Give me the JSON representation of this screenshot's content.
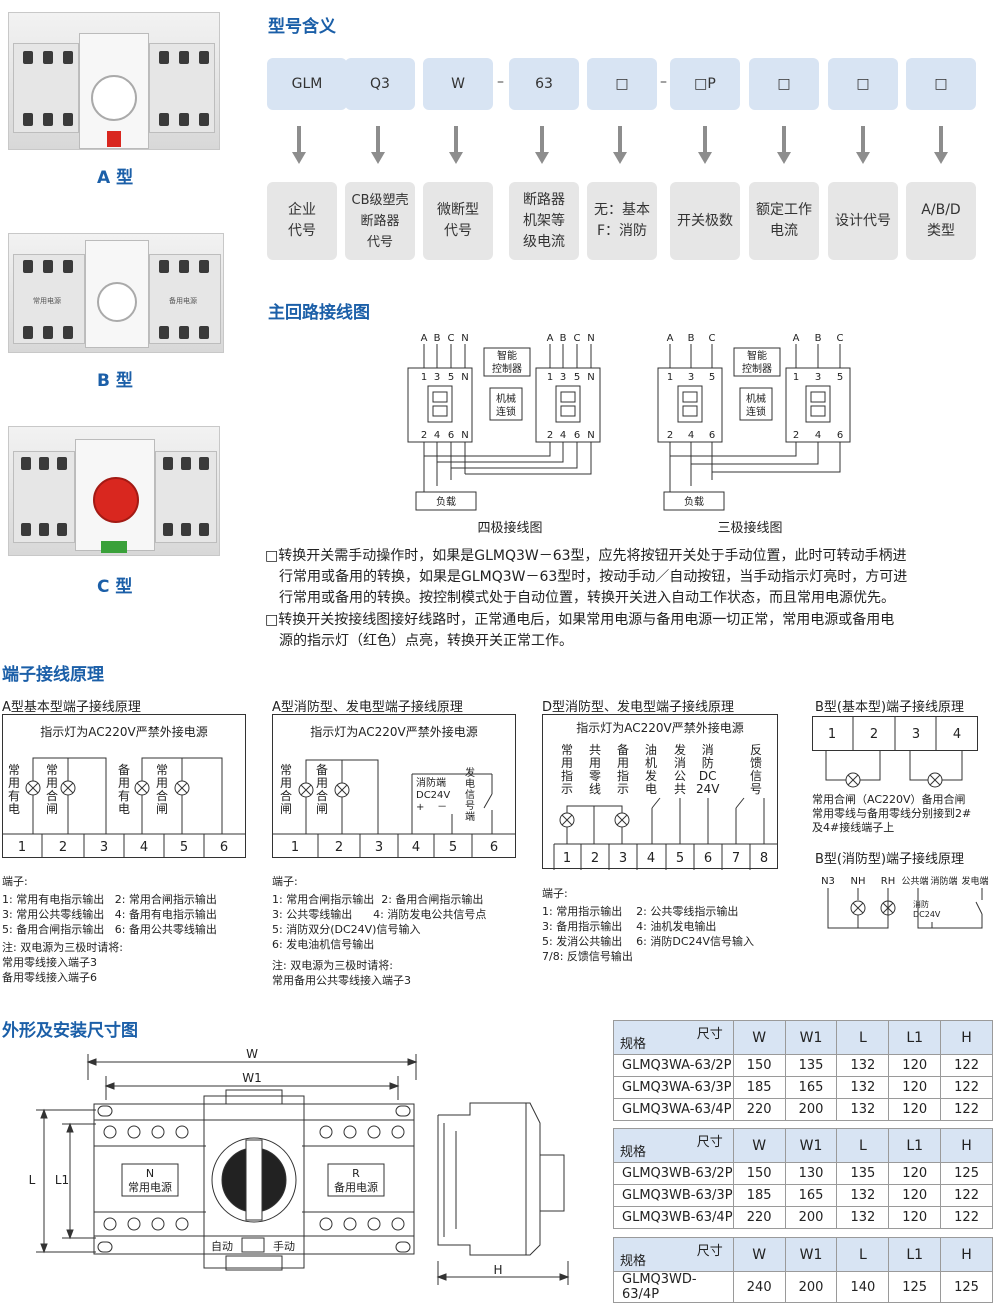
{
  "photos": {
    "a_label": "A 型",
    "b_label": "B 型",
    "c_label": "C 型",
    "b_panel_left": "常用电源",
    "b_panel_right": "备用电源"
  },
  "model_meaning": {
    "title": "型号含义",
    "codes": [
      "GLM",
      "Q3",
      "W",
      "63",
      "□",
      "□P",
      "□",
      "□",
      "□"
    ],
    "dash": "–",
    "descriptions": [
      "企业\n代号",
      "CB级塑壳\n断路器\n代号",
      "微断型\n代号",
      "断路器\n机架等\n级电流",
      "无：基本\nF：消防",
      "开关极数",
      "额定工作\n电流",
      "设计代号",
      "A/B/D\n类型"
    ]
  },
  "main_circuit": {
    "title": "主回路接线图",
    "four_pole_caption": "四极接线图",
    "three_pole_caption": "三极接线图",
    "phase_labels_4": [
      "A",
      "B",
      "C",
      "N"
    ],
    "phase_labels_3": [
      "A",
      "B",
      "C"
    ],
    "top_terminals_4": [
      "1",
      "3",
      "5",
      "N"
    ],
    "bottom_terminals_4": [
      "2",
      "4",
      "6",
      "N"
    ],
    "top_terminals_3": [
      "1",
      "3",
      "5"
    ],
    "bottom_terminals_3": [
      "2",
      "4",
      "6"
    ],
    "controller": [
      "智能",
      "控制器"
    ],
    "interlock": [
      "机械",
      "连锁"
    ],
    "load": "负载"
  },
  "notes": {
    "p1_l1": "□转换开关需手动操作时，如果是GLMQ3W－63型，应先将按钮开关处于手动位置，此时可转动手柄进",
    "p1_l2": "行常用或备用的转换，如果是GLMQ3W－63型时，按动手动／自动按钮，当手动指示灯亮时，方可进",
    "p1_l3": "行常用或备用的转换。按控制模式处于自动位置，转换开关进入自动工作状态，而且常用电源优先。",
    "p2_l1": "□转换开关按接线图接好线路时，正常通电后，如果常用电源与备用电源一切正常，常用电源或备用电",
    "p2_l2": "源的指示灯（红色）点亮，转换开关正常工作。"
  },
  "terminal": {
    "title": "端子接线原理",
    "warning": "指示灯为AC220V严禁外接电源",
    "a_basic": {
      "title": "A型基本型端子接线原理",
      "labels": [
        "常\n用\n有\n电",
        "常\n用\n合\n闸",
        "备\n用\n有\n电",
        "常\n用\n合\n闸"
      ],
      "numbers": [
        "1",
        "2",
        "3",
        "4",
        "5",
        "6"
      ],
      "legend_title": "端子:",
      "legend": "1: 常用有电指示输出   2: 常用合闸指示输出\n3: 常用公共零线输出   4: 备用有电指示输出\n5: 备用合闸指示输出   6: 备用公共零线输出",
      "note": "注: 双电源为三极时请将:\n常用零线接入端子3\n备用零线接入端子6"
    },
    "a_fire": {
      "title": "A型消防型、发电型端子接线原理",
      "labels": [
        "常\n用\n合\n闸",
        "备\n用\n合\n闸"
      ],
      "fire_label": "消防端\nDC24V\n+    －",
      "gen_label": "发\n电\n信\n号\n端",
      "numbers": [
        "1",
        "2",
        "3",
        "4",
        "5",
        "6"
      ],
      "legend_title": "端子:",
      "legend": "1: 常用合闸指示输出  2: 备用合闸指示输出\n3: 公共零线输出      4: 消防发电公共信号点\n5: 消防双分(DC24V)信号输入\n6: 发电油机信号输出",
      "note": "注: 双电源为三极时请将:\n常用备用公共零线接入端子3"
    },
    "d_fire": {
      "title": "D型消防型、发电型端子接线原理",
      "labels": [
        "常\n用\n指\n示",
        "共\n用\n零\n线",
        "备\n用\n指\n示",
        "油\n机\n发\n电",
        "发\n消\n公\n共",
        "消\n防\nDC\n24V",
        "反\n馈\n信\n号"
      ],
      "numbers": [
        "1",
        "2",
        "3",
        "4",
        "5",
        "6",
        "7",
        "8"
      ],
      "legend_title": "端子:",
      "legend": "1: 常用指示输出    2: 公共零线指示输出\n3: 备用指示输出    4: 油机发电输出\n5: 发消公共输出    6: 消防DC24V信号输入\n7/8: 反馈信号输出"
    },
    "b_basic": {
      "title": "B型(基本型)端子接线原理",
      "numbers": [
        "1",
        "2",
        "3",
        "4"
      ],
      "note": "常用合闸（AC220V）备用合闸\n常用零线与备用零线分别接到2#\n及4#接线端子上"
    },
    "b_fire": {
      "title": "B型(消防型)端子接线原理",
      "labels": [
        "N3",
        "NH",
        "RH",
        "公共端",
        "消防端",
        "发电端"
      ],
      "fire_sub": "消防\nDC24V"
    }
  },
  "dimension": {
    "title": "外形及安装尺寸图",
    "w_label": "W",
    "w1_label": "W1",
    "l_label": "L",
    "l1_label": "L1",
    "h_label": "H",
    "normal_label": [
      "N",
      "常用电源"
    ],
    "backup_label": [
      "R",
      "备用电源"
    ],
    "auto_label": "自动",
    "manual_label": "手动"
  },
  "tables": {
    "corner_top": "尺寸",
    "corner_bottom": "规格",
    "headers": [
      "W",
      "W1",
      "L",
      "L1",
      "H"
    ],
    "groups": [
      [
        {
          "model": "GLMQ3WA-63/2P",
          "values": [
            "150",
            "135",
            "132",
            "120",
            "122"
          ]
        },
        {
          "model": "GLMQ3WA-63/3P",
          "values": [
            "185",
            "165",
            "132",
            "120",
            "122"
          ]
        },
        {
          "model": "GLMQ3WA-63/4P",
          "values": [
            "220",
            "200",
            "132",
            "120",
            "122"
          ]
        }
      ],
      [
        {
          "model": "GLMQ3WB-63/2P",
          "values": [
            "150",
            "130",
            "135",
            "120",
            "125"
          ]
        },
        {
          "model": "GLMQ3WB-63/3P",
          "values": [
            "185",
            "165",
            "132",
            "120",
            "122"
          ]
        },
        {
          "model": "GLMQ3WB-63/4P",
          "values": [
            "220",
            "200",
            "132",
            "120",
            "122"
          ]
        }
      ],
      [
        {
          "model": "GLMQ3WD-63/4P",
          "values": [
            "240",
            "200",
            "140",
            "125",
            "125"
          ]
        }
      ]
    ]
  }
}
